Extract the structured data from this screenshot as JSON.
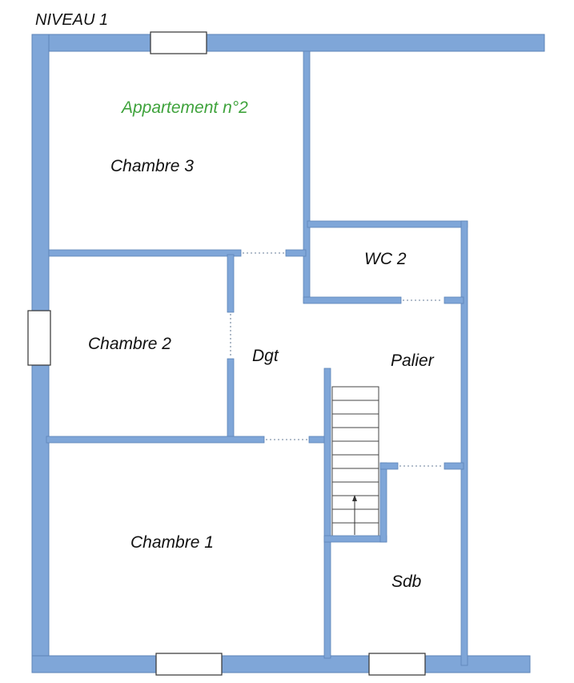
{
  "title": "NIVEAU 1",
  "apartment_label": "Appartement n°2",
  "rooms": {
    "chambre3": "Chambre 3",
    "chambre2": "Chambre 2",
    "chambre1": "Chambre 1",
    "wc2": "WC 2",
    "dgt": "Dgt",
    "palier": "Palier",
    "sdb": "Sdb"
  },
  "colors": {
    "wall": "#7fa6d8",
    "apartment_label": "#3fa33c"
  }
}
